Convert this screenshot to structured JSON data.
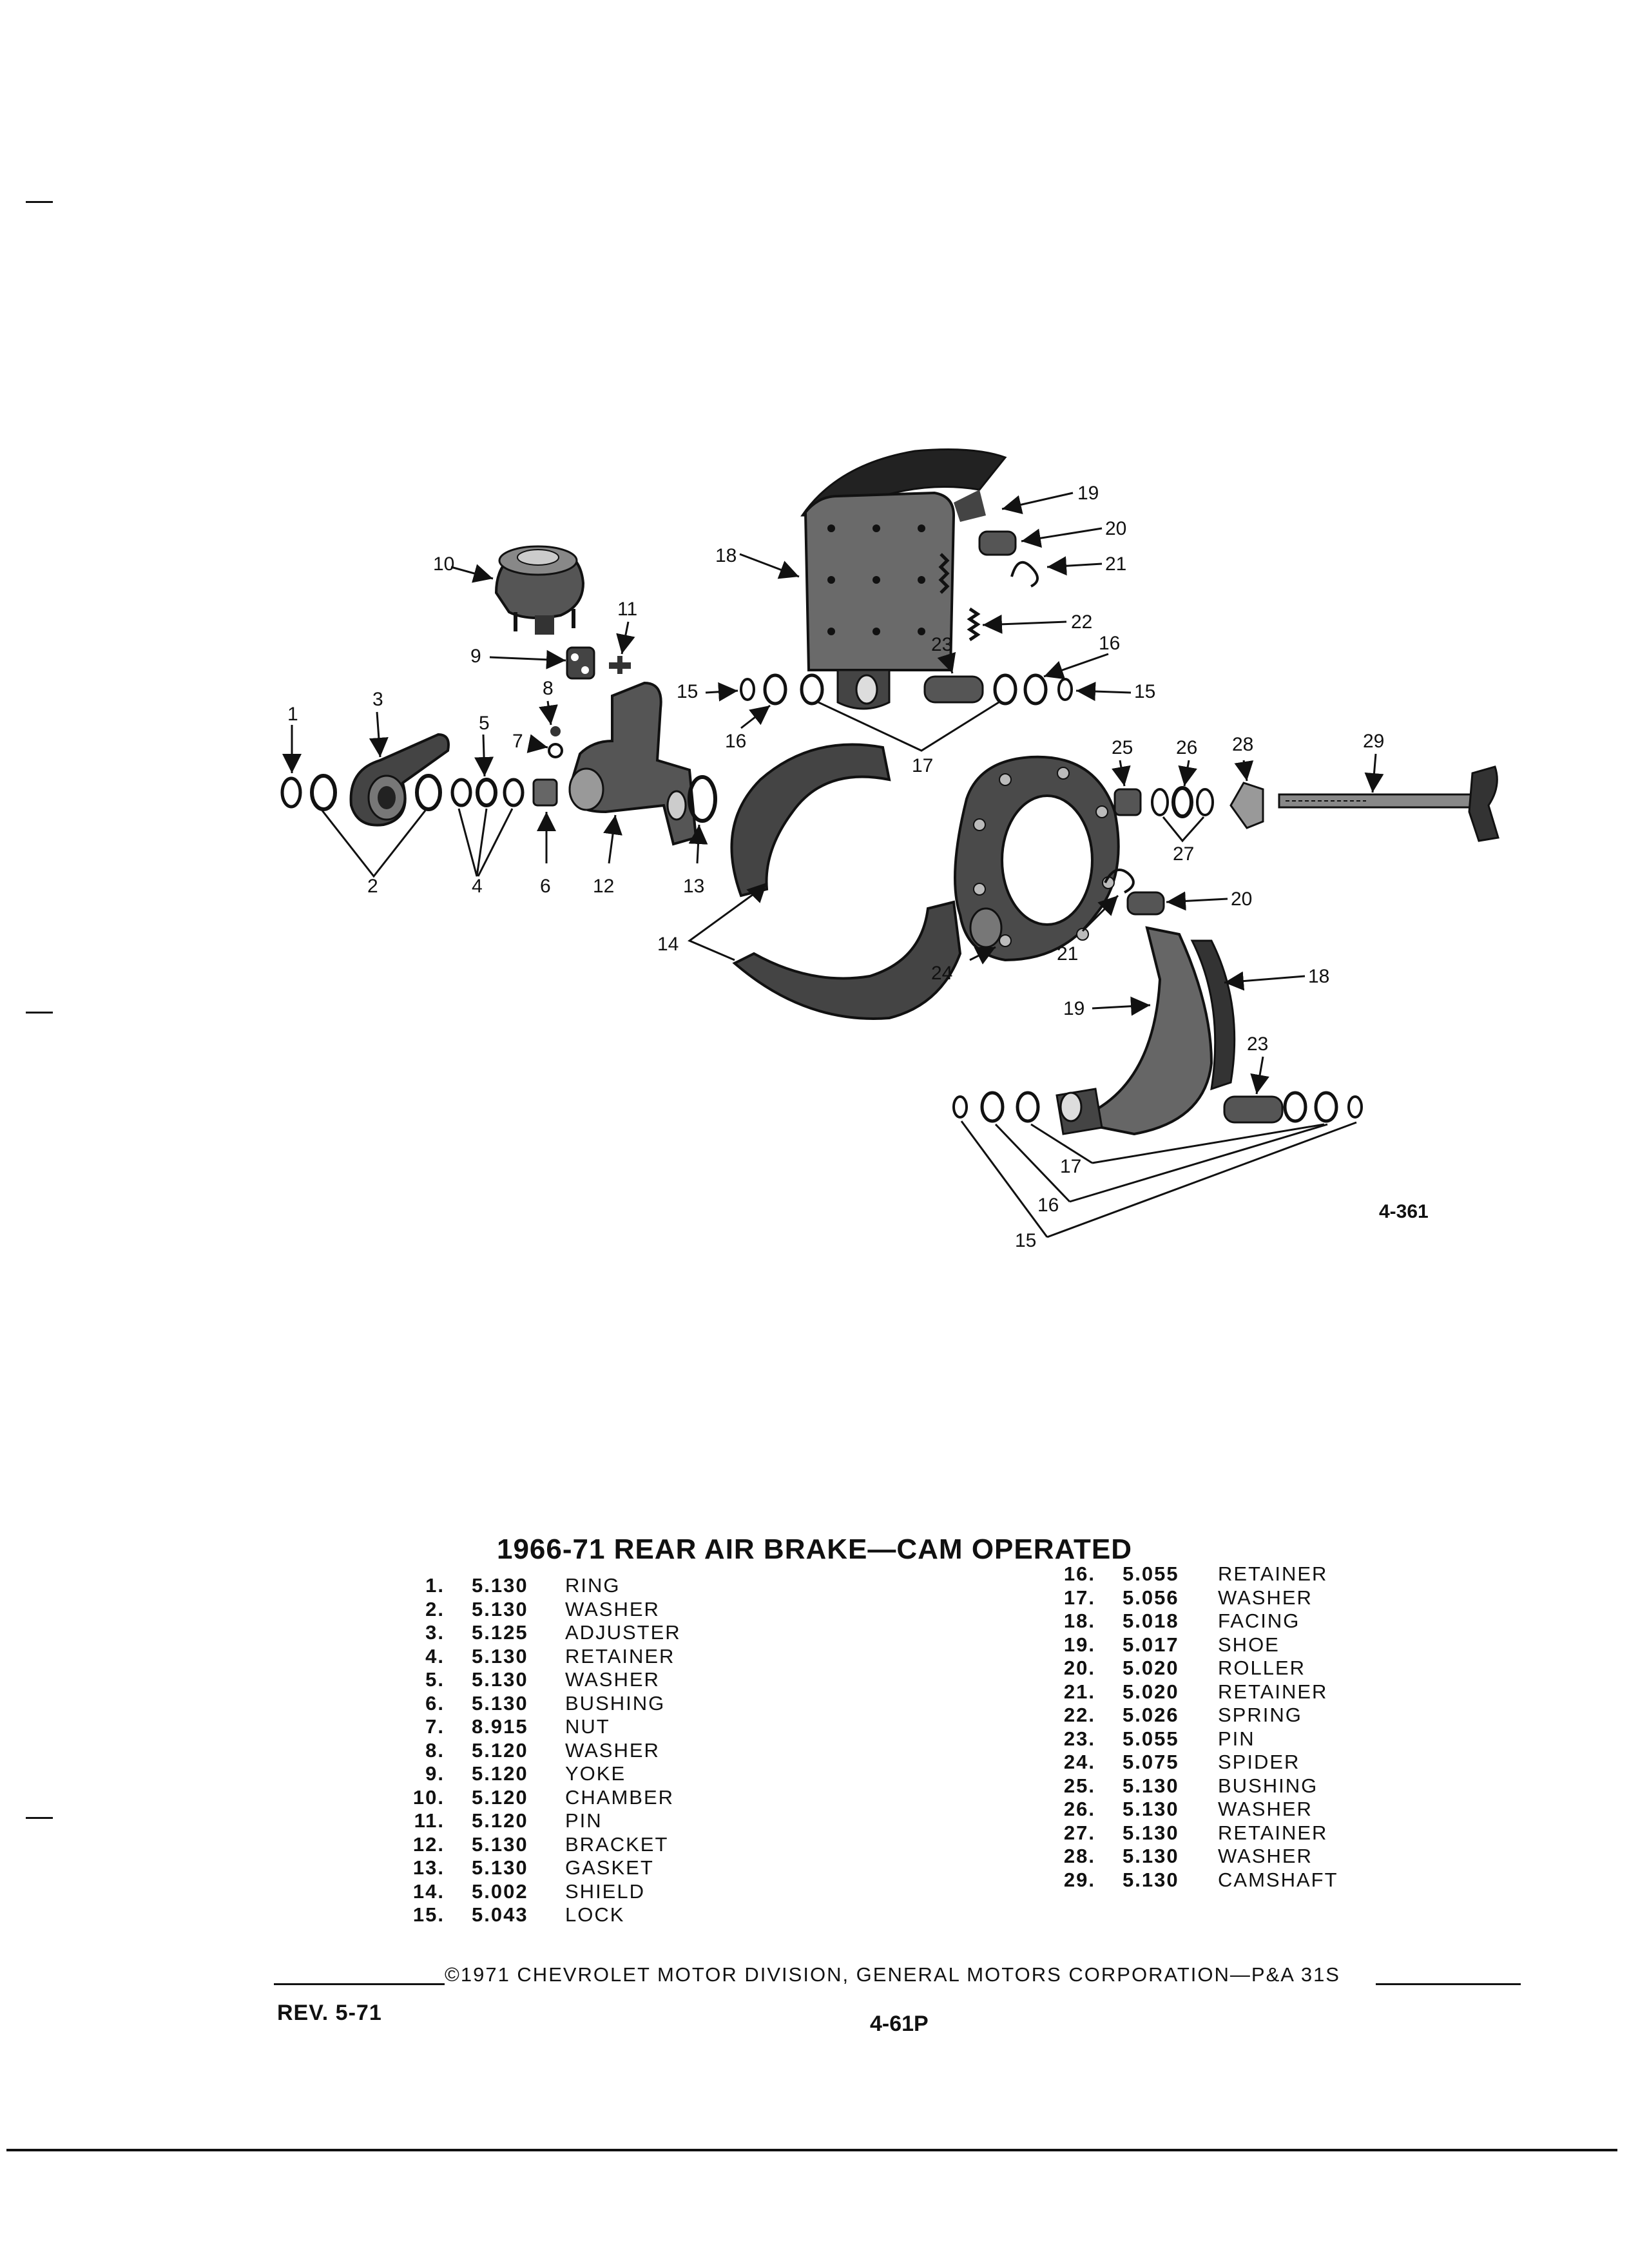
{
  "figure_number": "4-361",
  "title": "1966-71 REAR AIR BRAKE—CAM OPERATED",
  "callouts": [
    "1",
    "2",
    "3",
    "4",
    "5",
    "6",
    "7",
    "8",
    "9",
    "10",
    "11",
    "12",
    "13",
    "14",
    "15",
    "16",
    "17",
    "18",
    "19",
    "20",
    "21",
    "22",
    "23",
    "24",
    "25",
    "26",
    "27",
    "28",
    "29"
  ],
  "parts_left": [
    {
      "no": "1.",
      "code": "5.130",
      "name": "RING"
    },
    {
      "no": "2.",
      "code": "5.130",
      "name": "WASHER"
    },
    {
      "no": "3.",
      "code": "5.125",
      "name": "ADJUSTER"
    },
    {
      "no": "4.",
      "code": "5.130",
      "name": "RETAINER"
    },
    {
      "no": "5.",
      "code": "5.130",
      "name": "WASHER"
    },
    {
      "no": "6.",
      "code": "5.130",
      "name": "BUSHING"
    },
    {
      "no": "7.",
      "code": "8.915",
      "name": "NUT"
    },
    {
      "no": "8.",
      "code": "5.120",
      "name": "WASHER"
    },
    {
      "no": "9.",
      "code": "5.120",
      "name": "YOKE"
    },
    {
      "no": "10.",
      "code": "5.120",
      "name": "CHAMBER"
    },
    {
      "no": "11.",
      "code": "5.120",
      "name": "PIN"
    },
    {
      "no": "12.",
      "code": "5.130",
      "name": "BRACKET"
    },
    {
      "no": "13.",
      "code": "5.130",
      "name": "GASKET"
    },
    {
      "no": "14.",
      "code": "5.002",
      "name": "SHIELD"
    },
    {
      "no": "15.",
      "code": "5.043",
      "name": "LOCK"
    }
  ],
  "parts_right": [
    {
      "no": "16.",
      "code": "5.055",
      "name": "RETAINER"
    },
    {
      "no": "17.",
      "code": "5.056",
      "name": "WASHER"
    },
    {
      "no": "18.",
      "code": "5.018",
      "name": "FACING"
    },
    {
      "no": "19.",
      "code": "5.017",
      "name": "SHOE"
    },
    {
      "no": "20.",
      "code": "5.020",
      "name": "ROLLER"
    },
    {
      "no": "21.",
      "code": "5.020",
      "name": "RETAINER"
    },
    {
      "no": "22.",
      "code": "5.026",
      "name": "SPRING"
    },
    {
      "no": "23.",
      "code": "5.055",
      "name": "PIN"
    },
    {
      "no": "24.",
      "code": "5.075",
      "name": "SPIDER"
    },
    {
      "no": "25.",
      "code": "5.130",
      "name": "BUSHING"
    },
    {
      "no": "26.",
      "code": "5.130",
      "name": "WASHER"
    },
    {
      "no": "27.",
      "code": "5.130",
      "name": "RETAINER"
    },
    {
      "no": "28.",
      "code": "5.130",
      "name": "WASHER"
    },
    {
      "no": "29.",
      "code": "5.130",
      "name": "CAMSHAFT"
    }
  ],
  "copyright": "©1971 CHEVROLET MOTOR DIVISION, GENERAL MOTORS CORPORATION—P&A 31S",
  "revision": "REV. 5-71",
  "page_number": "4-61P"
}
